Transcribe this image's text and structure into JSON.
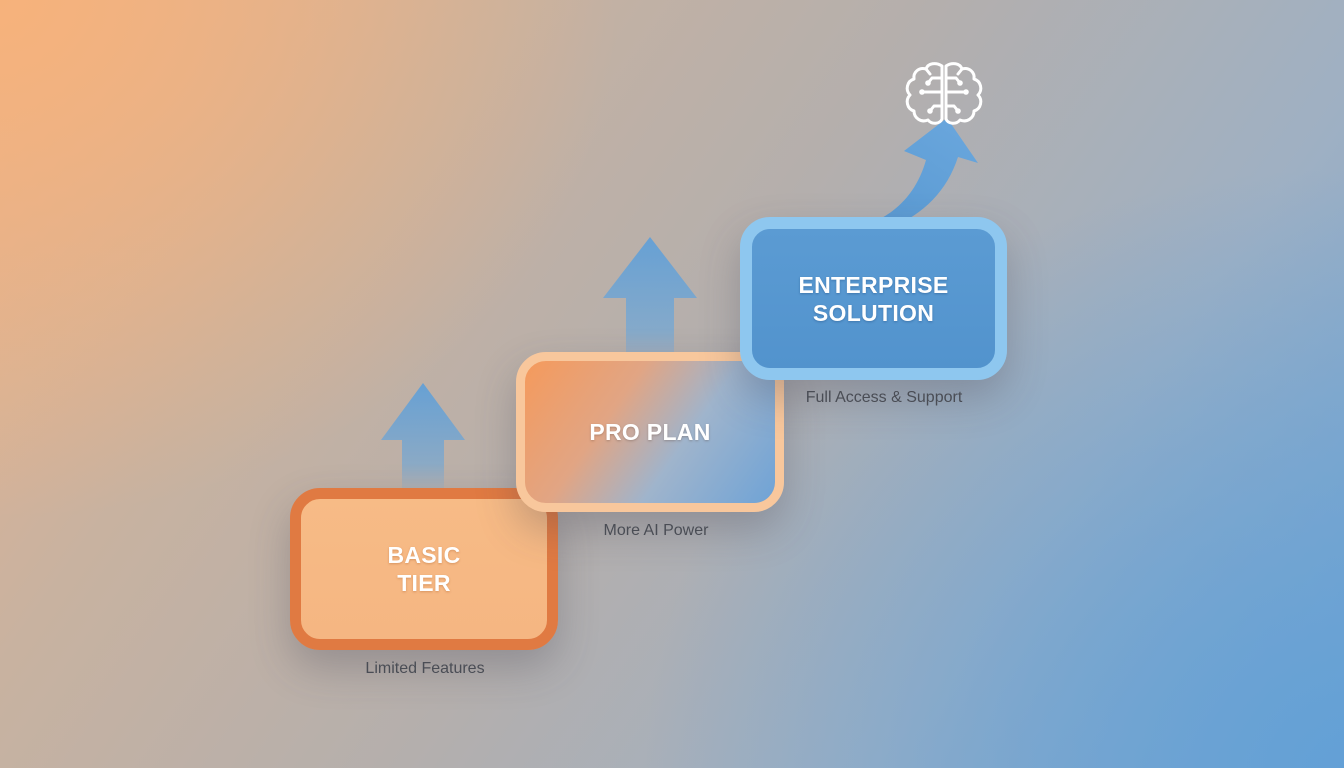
{
  "tiers": [
    {
      "label": "BASIC\nTIER",
      "caption": "Limited Features"
    },
    {
      "label": "PRO PLAN",
      "caption": "More AI Power"
    },
    {
      "label": "ENTERPRISE\nSOLUTION",
      "caption": "Full Access & Support"
    }
  ],
  "icons": {
    "top": "brain-icon"
  },
  "colors": {
    "basic_border": "#e07a42",
    "basic_fill": "#f7bb86",
    "pro_border": "#f8c79c",
    "enterprise_border": "#8ec7ef",
    "enterprise_fill": "#5497cf",
    "arrow_blue": "#5f9fd8",
    "caption_text": "#4a4d55"
  }
}
